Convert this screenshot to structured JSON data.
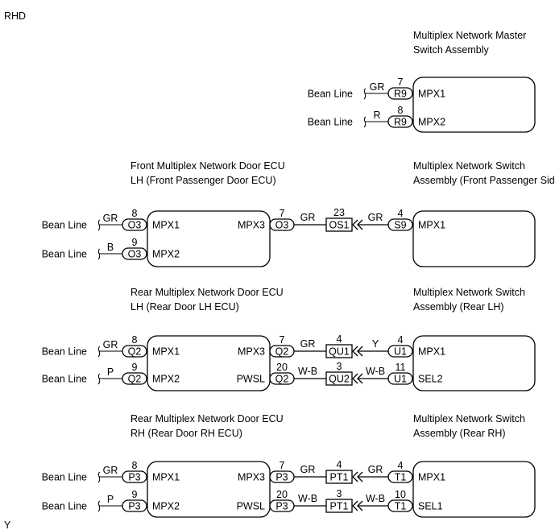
{
  "header": {
    "variant": "RHD",
    "footer_mark": "Y"
  },
  "sections": [
    {
      "left_title": [],
      "left": null,
      "right_title": [
        "Multiplex Network Master",
        "Switch Assembly"
      ],
      "right": {
        "pins": [
          {
            "label": "MPX1",
            "connector": "R9",
            "pin": "7",
            "wire": "GR",
            "source": "Bean Line"
          },
          {
            "label": "MPX2",
            "connector": "R9",
            "pin": "8",
            "wire": "R",
            "source": "Bean Line"
          }
        ]
      },
      "links": []
    },
    {
      "left_title": [
        "Front Multiplex Network Door ECU",
        "LH (Front Passenger Door ECU)"
      ],
      "left": {
        "inputs": [
          {
            "label": "MPX1",
            "connector": "O3",
            "pin": "8",
            "wire": "GR",
            "source": "Bean Line"
          },
          {
            "label": "MPX2",
            "connector": "O3",
            "pin": "9",
            "wire": "B",
            "source": "Bean Line"
          }
        ],
        "outputs": [
          {
            "label": "MPX3"
          }
        ]
      },
      "right_title": [
        "Multiplex Network Switch",
        "Assembly (Front Passenger Side)"
      ],
      "right": {
        "pins": [
          {
            "label": "MPX1"
          }
        ]
      },
      "links": [
        {
          "left_connector": "O3",
          "left_pin": "7",
          "left_wire": "GR",
          "junction": "OS1",
          "junction_pin": "23",
          "right_wire": "GR",
          "right_connector": "S9",
          "right_pin": "4"
        }
      ]
    },
    {
      "left_title": [
        "Rear Multiplex Network Door ECU",
        "LH (Rear Door LH ECU)"
      ],
      "left": {
        "inputs": [
          {
            "label": "MPX1",
            "connector": "Q2",
            "pin": "8",
            "wire": "GR",
            "source": "Bean Line"
          },
          {
            "label": "MPX2",
            "connector": "Q2",
            "pin": "9",
            "wire": "P",
            "source": "Bean Line"
          }
        ],
        "outputs": [
          {
            "label": "MPX3"
          },
          {
            "label": "PWSL"
          }
        ]
      },
      "right_title": [
        "Multiplex Network Switch",
        "Assembly (Rear LH)"
      ],
      "right": {
        "pins": [
          {
            "label": "MPX1"
          },
          {
            "label": "SEL2"
          }
        ]
      },
      "links": [
        {
          "left_connector": "Q2",
          "left_pin": "7",
          "left_wire": "GR",
          "junction": "QU1",
          "junction_pin": "4",
          "right_wire": "Y",
          "right_connector": "U1",
          "right_pin": "4"
        },
        {
          "left_connector": "Q2",
          "left_pin": "20",
          "left_wire": "W-B",
          "junction": "QU2",
          "junction_pin": "3",
          "right_wire": "W-B",
          "right_connector": "U1",
          "right_pin": "11"
        }
      ]
    },
    {
      "left_title": [
        "Rear Multiplex Network Door ECU",
        "RH (Rear Door RH ECU)"
      ],
      "left": {
        "inputs": [
          {
            "label": "MPX1",
            "connector": "P3",
            "pin": "8",
            "wire": "GR",
            "source": "Bean Line"
          },
          {
            "label": "MPX2",
            "connector": "P3",
            "pin": "9",
            "wire": "P",
            "source": "Bean Line"
          }
        ],
        "outputs": [
          {
            "label": "MPX3"
          },
          {
            "label": "PWSL"
          }
        ]
      },
      "right_title": [
        "Multiplex Network Switch",
        "Assembly (Rear RH)"
      ],
      "right": {
        "pins": [
          {
            "label": "MPX1"
          },
          {
            "label": "SEL1"
          }
        ]
      },
      "links": [
        {
          "left_connector": "P3",
          "left_pin": "7",
          "left_wire": "GR",
          "junction": "PT1",
          "junction_pin": "4",
          "right_wire": "GR",
          "right_connector": "T1",
          "right_pin": "4"
        },
        {
          "left_connector": "P3",
          "left_pin": "20",
          "left_wire": "W-B",
          "junction": "PT1",
          "junction_pin": "3",
          "right_wire": "W-B",
          "right_connector": "T1",
          "right_pin": "10"
        }
      ]
    }
  ]
}
